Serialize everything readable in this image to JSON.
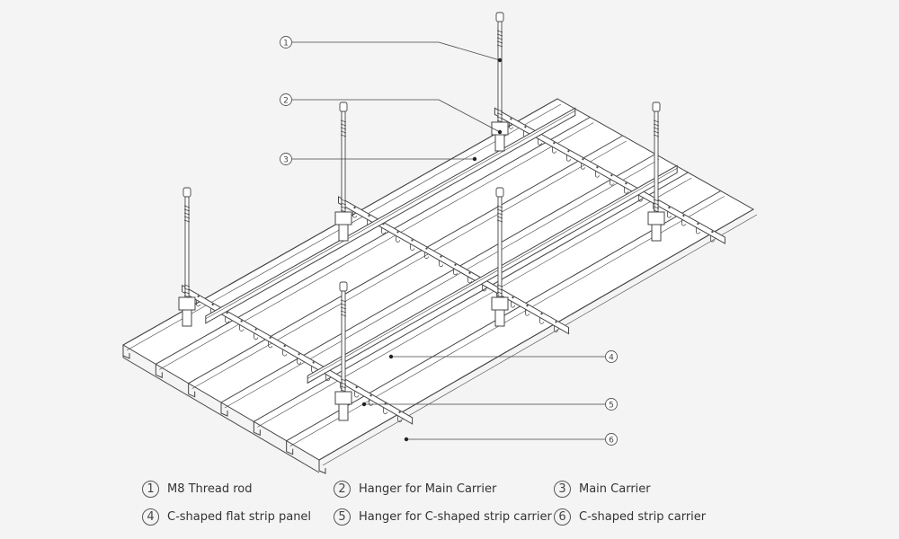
{
  "callouts": [
    "1",
    "2",
    "3",
    "4",
    "5",
    "6"
  ],
  "legend": [
    {
      "number": "1",
      "label": "M8 Thread rod"
    },
    {
      "number": "2",
      "label": "Hanger for Main Carrier"
    },
    {
      "number": "3",
      "label": "Main Carrier"
    },
    {
      "number": "4",
      "label": "C-shaped flat strip panel"
    },
    {
      "number": "5",
      "label": "Hanger for C-shaped strip carrier"
    },
    {
      "number": "6",
      "label": "C-shaped strip carrier"
    }
  ],
  "colors": {
    "line": "#444444",
    "background": "#f4f4f4",
    "panel": "#ffffff"
  }
}
